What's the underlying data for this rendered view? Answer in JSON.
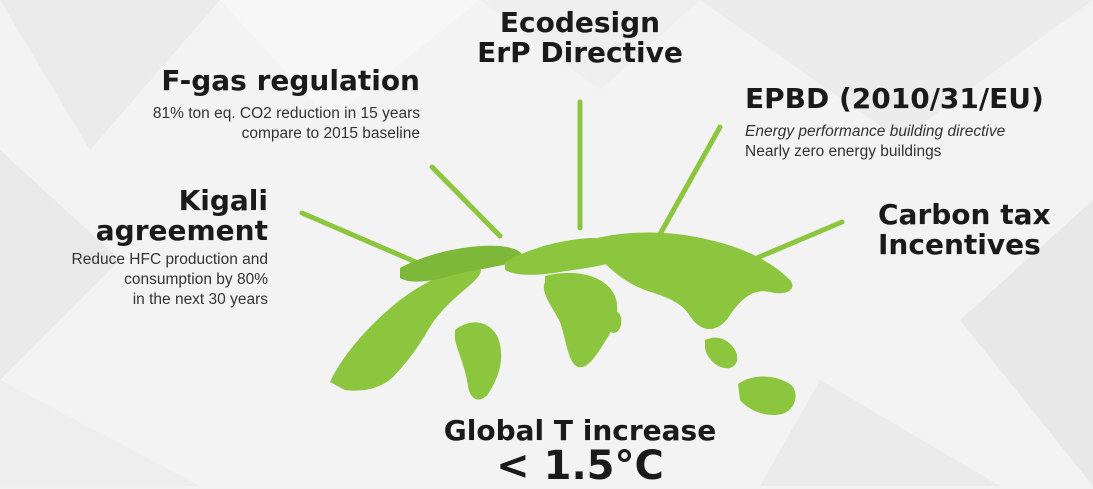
{
  "colors": {
    "accent": "#8cc63f",
    "accent_dark": "#6fa52c",
    "text": "#1a1a1a",
    "background": "#f2f2f2"
  },
  "center": {
    "title": "Global T increase",
    "value": "< 1.5°C"
  },
  "items": {
    "fgas": {
      "title": "F-gas regulation",
      "lines": [
        "81% ton eq. CO2 reduction in 15 years",
        "compare to 2015 baseline"
      ]
    },
    "ecodesign": {
      "title_line1": "Ecodesign",
      "title_line2": "ErP Directive"
    },
    "epbd": {
      "title": "EPBD (2010/31/EU)",
      "line1": "Energy performance building directive",
      "line2": "Nearly zero energy buildings"
    },
    "kigali": {
      "title_line1": "Kigali",
      "title_line2": "agreement",
      "lines": [
        "Reduce HFC production and",
        "consumption by 80%",
        "in the next 30 years"
      ]
    },
    "carbon": {
      "title_line1": "Carbon tax",
      "title_line2": "Incentives"
    }
  }
}
